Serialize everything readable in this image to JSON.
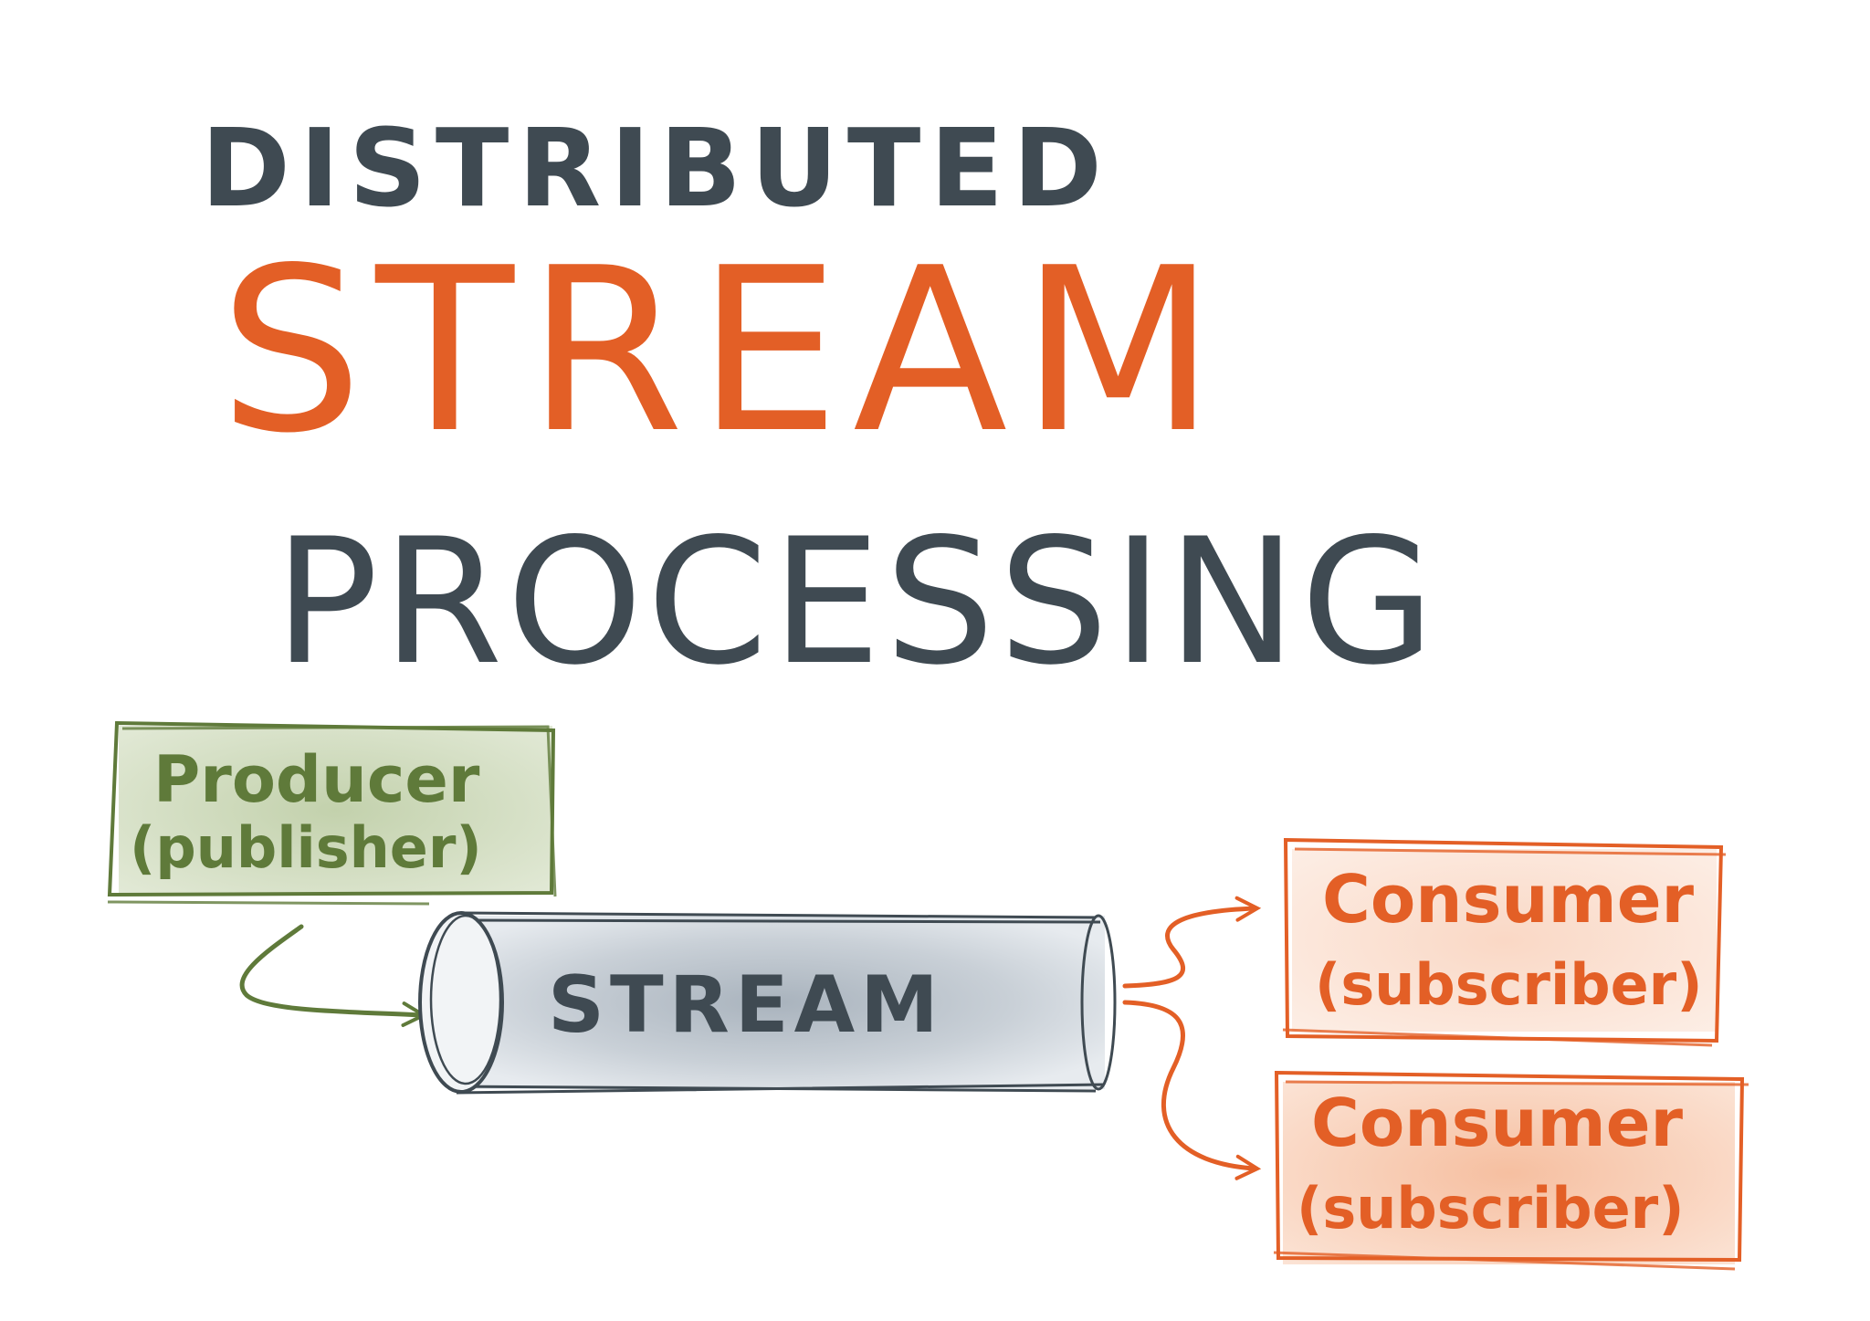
{
  "title": {
    "line1": "DISTRIBUTED",
    "line2": "STREAM",
    "line3": "PROCESSING"
  },
  "producer": {
    "line1": "Producer",
    "line2": "(publisher)"
  },
  "stream": {
    "label": "STREAM"
  },
  "consumers": [
    {
      "line1": "Consumer",
      "line2": "(subscriber)"
    },
    {
      "line1": "Consumer",
      "line2": "(subscriber)"
    }
  ],
  "colors": {
    "background": "#ffffff",
    "dark": "#3f4a52",
    "orange": "#e35f26",
    "green": "#5f7a3a",
    "green_fill": "#c9d6b4",
    "stream_fill": "#c2c9d1",
    "orange_fill": "#f6c3a6"
  }
}
